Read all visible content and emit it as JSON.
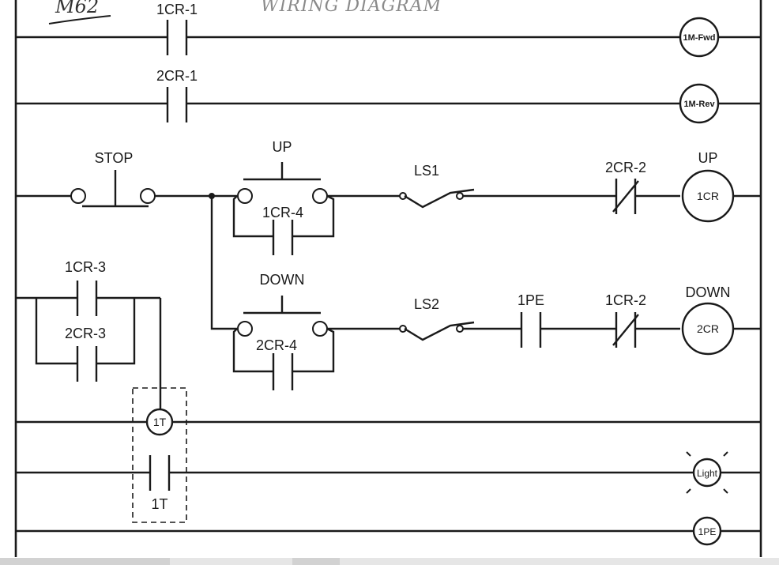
{
  "header": {
    "handwritten_code": "M62",
    "title_text": "WIRING DIAGRAM"
  },
  "contacts": {
    "cr1_1": "1CR-1",
    "cr2_1": "2CR-1",
    "cr2_2_up": "2CR-2",
    "cr1_4": "1CR-4",
    "cr1_3": "1CR-3",
    "cr2_3": "2CR-3",
    "cr2_4": "2CR-4",
    "pe1": "1PE",
    "cr1_2_down": "1CR-2",
    "t1_contact": "1T"
  },
  "pushbuttons": {
    "stop": "STOP",
    "up": "UP",
    "down": "DOWN"
  },
  "limit_switches": {
    "ls1": "LS1",
    "ls2": "LS2"
  },
  "coils": {
    "fwd": "1M-Fwd",
    "rev": "1M-Rev",
    "cr1": "1CR",
    "cr2": "2CR",
    "t1": "1T",
    "light": "Light",
    "pe1": "1PE"
  },
  "coil_captions": {
    "up": "UP",
    "down": "DOWN"
  }
}
